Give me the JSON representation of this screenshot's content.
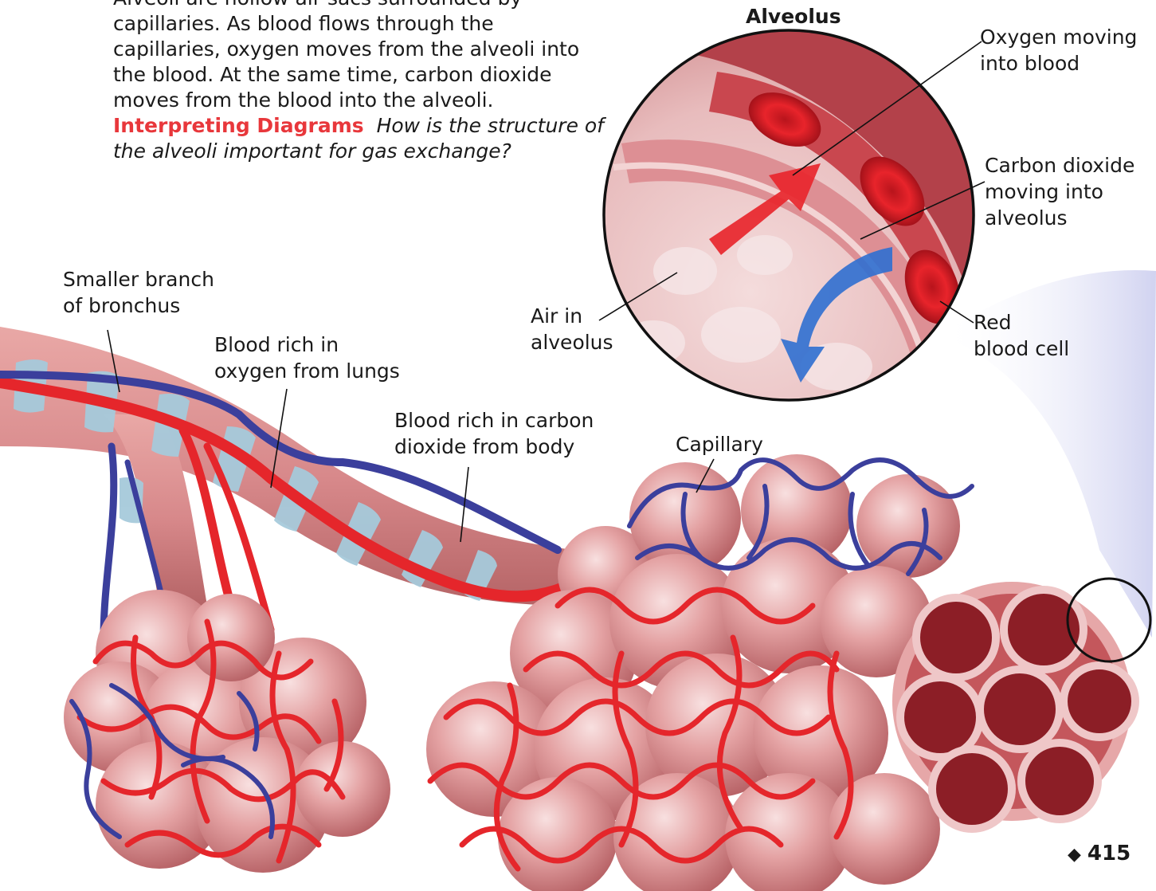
{
  "caption": {
    "line0": "Alveoli are hollow air sacs surrounded by",
    "line1": "capillaries. As blood flows through the",
    "line2": "capillaries, oxygen moves from the alveoli into",
    "line3": "the blood. At the same time, carbon dioxide",
    "line4": "moves from the blood into the alveoli.",
    "interpreting_label": "Interpreting Diagrams",
    "question_line1": "How is the structure of",
    "question_line2": "the alveoli important for gas exchange?"
  },
  "inset": {
    "title": "Alveolus",
    "oxygen_line1": "Oxygen moving",
    "oxygen_line2": "into blood",
    "co2_line1": "Carbon dioxide",
    "co2_line2": "moving into",
    "co2_line3": "alveolus",
    "air_line1": "Air in",
    "air_line2": "alveolus",
    "rbc_line1": "Red",
    "rbc_line2": "blood cell"
  },
  "labels": {
    "bronchus_line1": "Smaller branch",
    "bronchus_line2": "of bronchus",
    "oxy_blood_line1": "Blood rich in",
    "oxy_blood_line2": "oxygen from lungs",
    "co2_blood_line1": "Blood rich in carbon",
    "co2_blood_line2": "dioxide from body",
    "capillary": "Capillary"
  },
  "page_number": "415",
  "colors": {
    "oxygenated": "#e5262b",
    "deoxygenated": "#3b3f9c",
    "tissue": "#d98a8c",
    "cartilage": "#9fc6d8",
    "co2_arrow": "#2f6fd0"
  }
}
